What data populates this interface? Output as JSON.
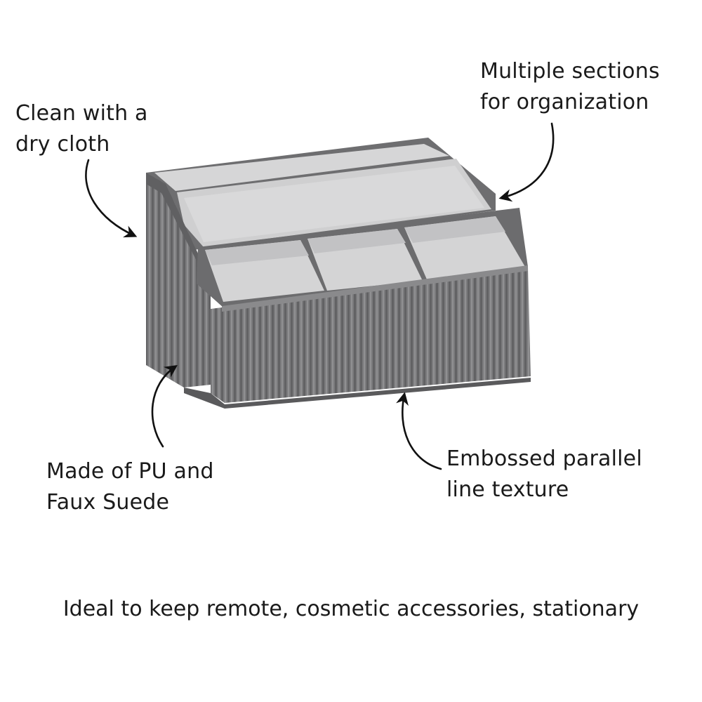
{
  "callouts": {
    "clean": {
      "line1": "Clean with a",
      "line2": "dry cloth"
    },
    "multiple": {
      "line1": "Multiple sections",
      "line2": "for organization"
    },
    "made": {
      "line1": "Made of PU and",
      "line2": "Faux Suede"
    },
    "embossed": {
      "line1": "Embossed parallel",
      "line2": "line texture"
    }
  },
  "footer": {
    "text": "Ideal to keep remote, cosmetic accessories, stationary"
  },
  "colors": {
    "body": "#7d7d7f",
    "body_dark": "#6a6a6c",
    "rib_shadow": "#5e5e60",
    "rib_light": "#8e8e90",
    "suede": "#d9d9da",
    "suede_shade": "#c4c4c6",
    "rim": "#707072"
  },
  "icons": [
    "curved-arrow-icon"
  ]
}
